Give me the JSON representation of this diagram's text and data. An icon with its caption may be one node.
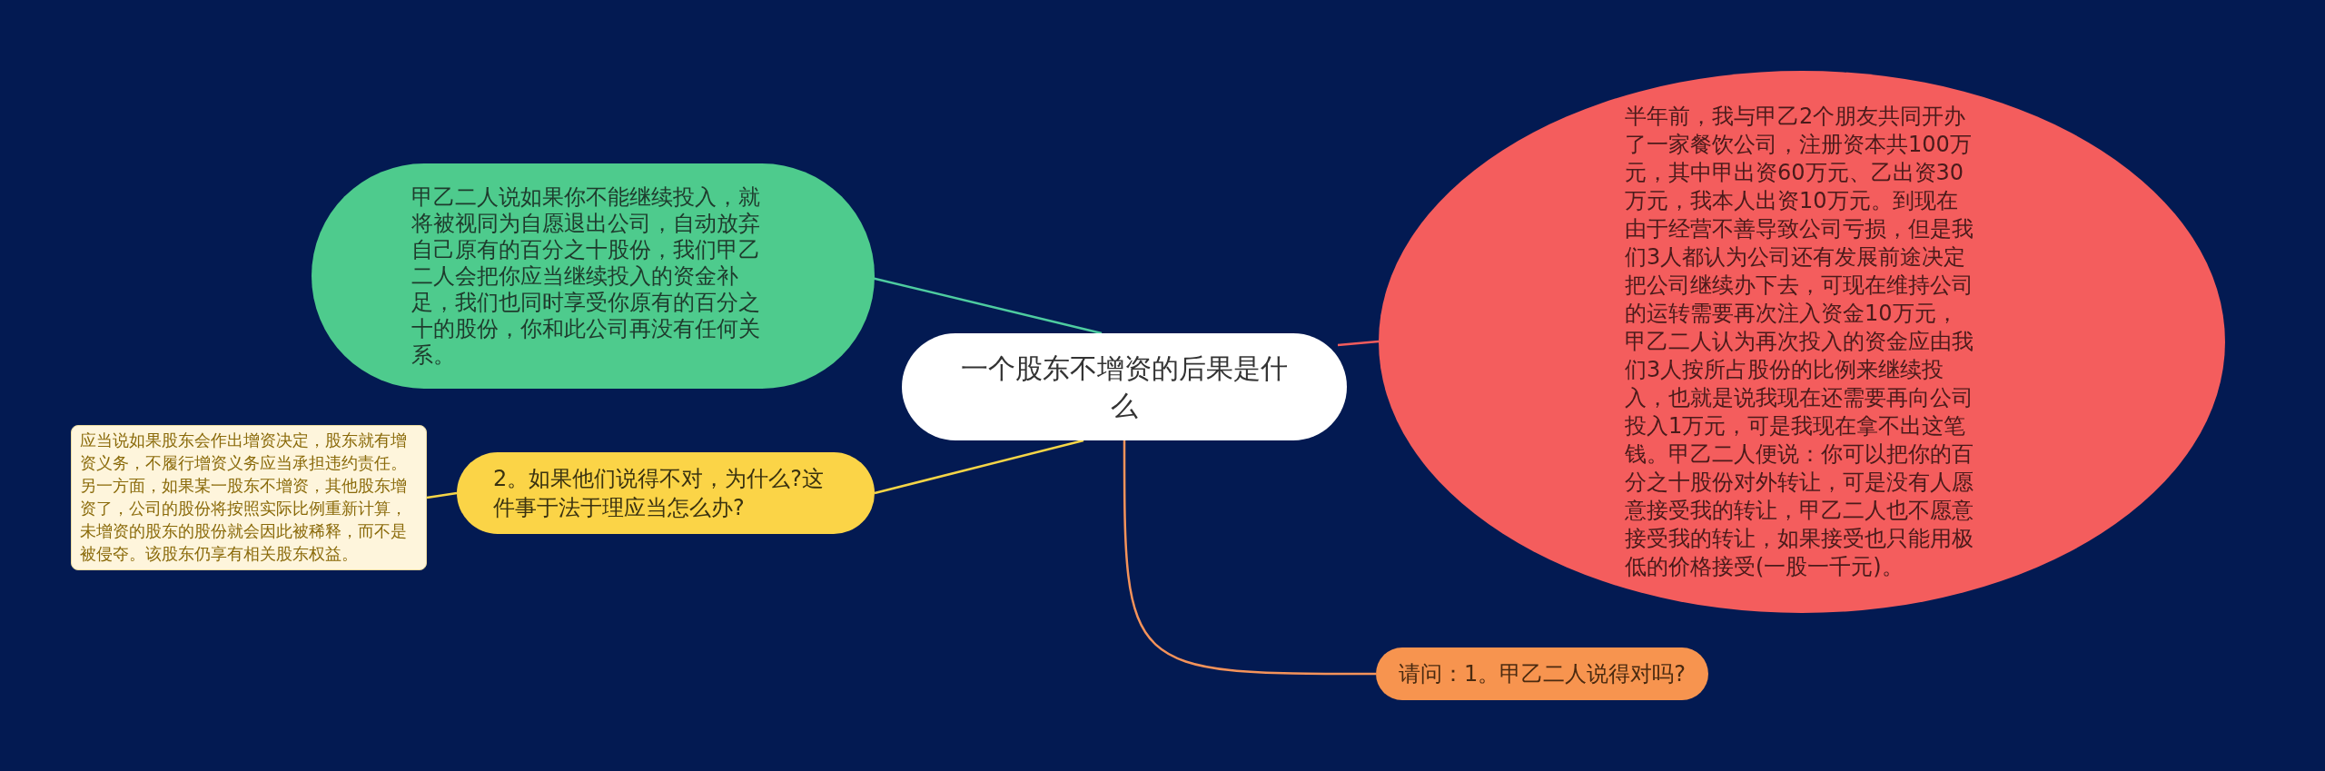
{
  "diagram": {
    "nodes": [
      {
        "text": [
          "一个股东不增资的后果是什么"
        ]
      },
      {
        "text": [
          "半年前，我与甲乙2个朋友共同开办了一家餐饮公司，注册资本共100万元，其中甲出资60万元、乙出资30万元，我本人出资10万元。到现在由于经营不善导致公司亏损，但是我们3人都认为公司还有发展前途决定把公司继续办下去，可现在维持公司的运转需要再次注入资金10万元，甲乙二人认为再次投入的资金应由我们3人按所占股份的比例来继续投入，也就是说我现在还需要再向公司投入1万元，可是我现在拿不出这笔钱。甲乙二人便说：你可以把你的百分之十股份对外转让，可是没有人愿意接受我的转让，甲乙二人也不愿意接受我的转让，如果接受也只能用极低的价格接受(一股一千元)。"
        ]
      },
      {
        "text": [
          "甲乙二人说如果你不能继续投入，就将被视同为自愿退出公司，自动放弃自己原有的百分之十股份，我们甲乙二人会把你应当继续投入的资金补足，我们也同时享受你原有的百分之十的股份，你和此公司再没有任何关系。"
        ]
      },
      {
        "text": [
          "2。如果他们说得不对，为什么?这件事于法于理应当怎么办?"
        ]
      },
      {
        "text": [
          "请问：1。甲乙二人说得对吗?"
        ]
      },
      {
        "text": [
          "应当说如果股东会作出增资决定，股东就有增资义务，不履行增资义务应当承担违约责任。另一方面，如果某一股东不增资，其他股东增资了，公司的股份将按照实际比例重新计算，未增资的股东的股份就会因此被稀释，而不是被侵夺。该股东仍享有相关股东权益。"
        ]
      }
    ],
    "edges": [
      {
        "from": 0,
        "to": 1,
        "arrow": "none",
        "color": "#f25c5c"
      },
      {
        "from": 0,
        "to": 2,
        "arrow": "none",
        "color": "#4ecca0"
      },
      {
        "from": 0,
        "to": 3,
        "arrow": "none",
        "color": "#f5d547"
      },
      {
        "from": 0,
        "to": 4,
        "arrow": "none",
        "color": "#f5935a"
      },
      {
        "from": 3,
        "to": 5,
        "arrow": "none",
        "color": "#f5d547"
      }
    ]
  }
}
